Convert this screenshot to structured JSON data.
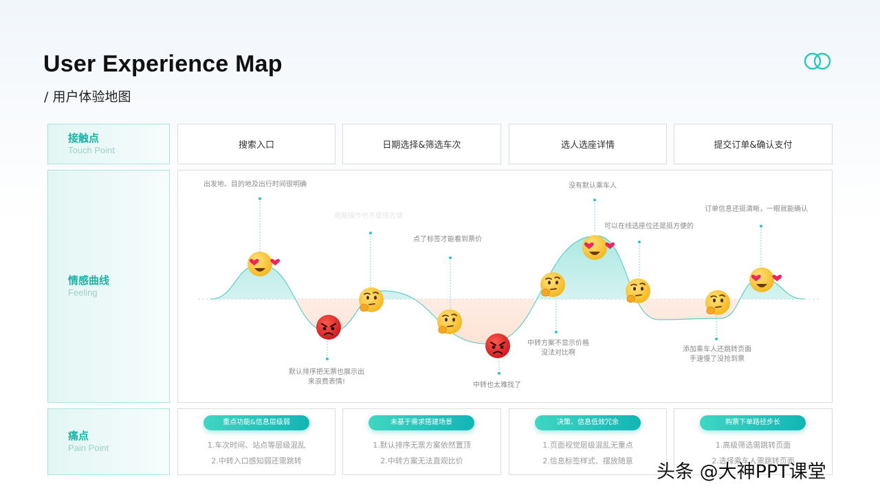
{
  "header": {
    "title": "User Experience Map",
    "subtitle": "/ 用户体验地图"
  },
  "rows": {
    "touch": {
      "cn": "接触点",
      "en": "Touch Point"
    },
    "feeling": {
      "cn": "情感曲线",
      "en": "Feeling"
    },
    "pain": {
      "cn": "痛点",
      "en": "Pain Point"
    }
  },
  "touch_points": [
    "搜索入口",
    "日期选择&筛选车次",
    "选人选座详情",
    "提交订单&确认支付"
  ],
  "emotion_points": [
    {
      "emotion": "love",
      "icon": "heart-eyes-emoji-icon",
      "level": 2,
      "note": [
        "出发地、目的地及出行时间很明确"
      ]
    },
    {
      "emotion": "angry",
      "icon": "angry-face-emoji-icon",
      "level": -2,
      "note": [
        "默认排序把无票也展示出",
        "来浪费表情!"
      ]
    },
    {
      "emotion": "thinking",
      "icon": "thinking-face-emoji-icon",
      "level": 0,
      "note": [
        "电脑操作也不是很方便"
      ]
    },
    {
      "emotion": "thinking",
      "icon": "thinking-face-emoji-icon",
      "level": -1,
      "note": [
        "点了标签才能看到票价"
      ]
    },
    {
      "emotion": "angry",
      "icon": "angry-face-emoji-icon",
      "level": -2,
      "note": [
        "中转也太难找了"
      ]
    },
    {
      "emotion": "thinking",
      "icon": "thinking-face-emoji-icon",
      "level": 1,
      "note": [
        "中转方案不显示价格",
        "没法对比啊"
      ]
    },
    {
      "emotion": "love",
      "icon": "heart-eyes-emoji-icon",
      "level": 3,
      "note": [
        "没有默认乘车人"
      ]
    },
    {
      "emotion": "thinking",
      "icon": "thinking-face-emoji-icon",
      "level": 0,
      "note": [
        "可以在线选座位还是挺方便的"
      ]
    },
    {
      "emotion": "thinking",
      "icon": "thinking-face-emoji-icon",
      "level": -1,
      "note": [
        "添加乘车人还跳转页面",
        "手速慢了没抢到票"
      ]
    },
    {
      "emotion": "love",
      "icon": "heart-eyes-emoji-icon",
      "level": 2,
      "note": [
        "订单信息还挺清晰，一眼就能确认"
      ]
    }
  ],
  "pain_points": [
    {
      "tag": "重点功能&信息层级弱",
      "lines": [
        "1.车次时间、站点等层级混乱",
        "2.中转入口感知弱还需跳转"
      ]
    },
    {
      "tag": "未基于需求搭建场景",
      "lines": [
        "1.默认排序无票方案依然置顶",
        "2.中转方案无法直观比价"
      ]
    },
    {
      "tag": "决策、信息低效冗余",
      "lines": [
        "1.页面视觉层级混乱无重点",
        "2.信息标签样式、摆放随意"
      ]
    },
    {
      "tag": "购票下单路径步长",
      "lines": [
        "1.高级筛选需跳转页面",
        "2.选择乘车人需跳转页面"
      ]
    }
  ],
  "watermark": "头条 @大神PPT课堂",
  "colors": {
    "accent": "#1bb3a6",
    "positive_fill": "#a8e6e0",
    "negative_fill": "#fde1d2",
    "curve": "#5fcfc6"
  }
}
